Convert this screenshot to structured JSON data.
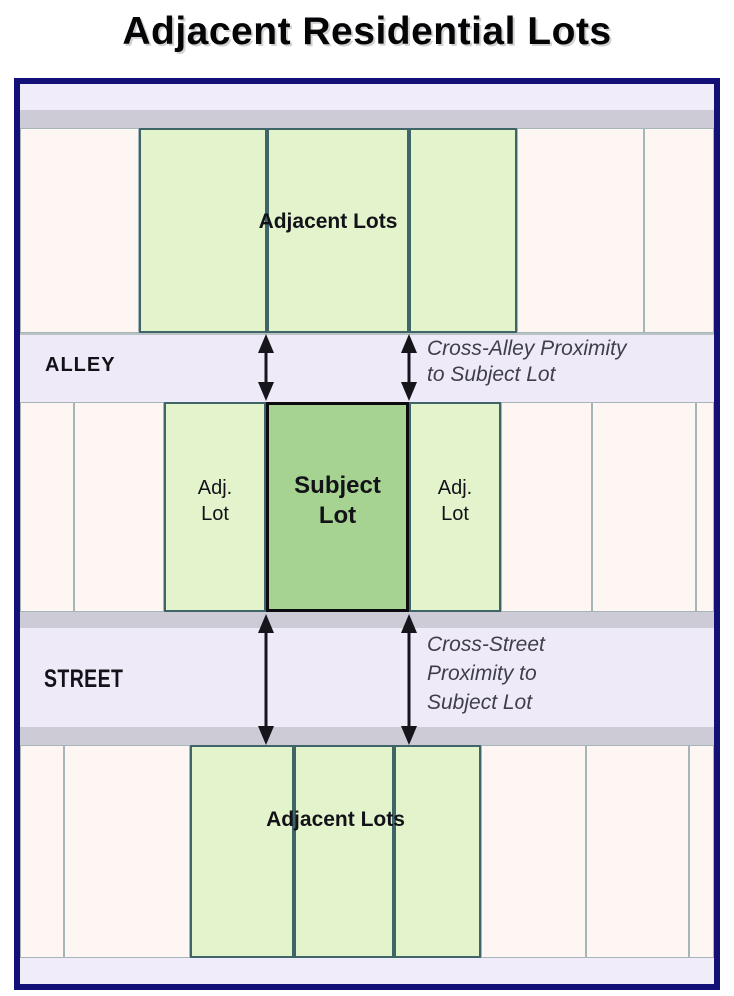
{
  "title": "Adjacent Residential Lots",
  "roads": {
    "alley": "ALLEY",
    "street": "STREET"
  },
  "labels": {
    "top_adjacent": "Adjacent Lots",
    "bottom_adjacent": "Adjacent Lots",
    "adj_left": [
      "Adj.",
      "Lot"
    ],
    "adj_right": [
      "Adj.",
      "Lot"
    ],
    "subject": [
      "Subject",
      "Lot"
    ]
  },
  "annotations": {
    "cross_alley": [
      "Cross-Alley Proximity",
      "to Subject Lot"
    ],
    "cross_street": [
      "Cross-Street",
      "Proximity to",
      "Subject Lot"
    ]
  },
  "colors": {
    "navy": "#131077",
    "band-gray": "#cdccd6",
    "strip-lavender": "#f0ecf9",
    "road-lavender": "#efeaf7",
    "lot-pink": "#fef6f3",
    "pink-border": "#a6b5b8",
    "lot-green": "#e3f4cc",
    "green-border": "#3f6568",
    "subject-green": "#a7d392",
    "ink": "#121218",
    "annotation-ink": "#3f3f49"
  }
}
